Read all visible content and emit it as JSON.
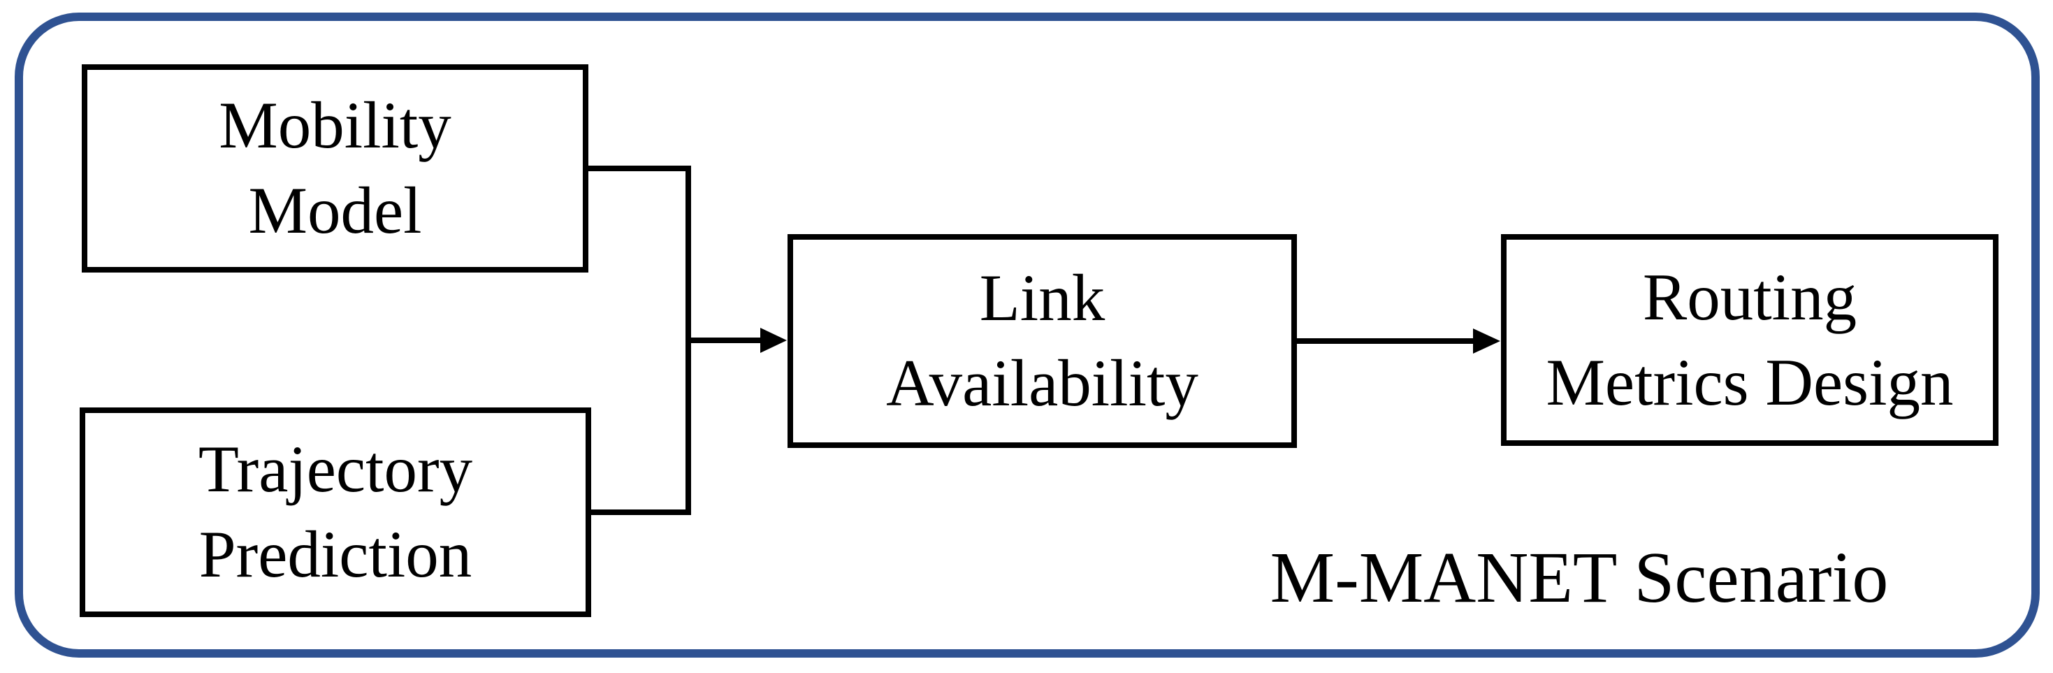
{
  "diagram": {
    "nodes": [
      {
        "id": "mobility-model",
        "lines": [
          "Mobility",
          "Model"
        ]
      },
      {
        "id": "trajectory-prediction",
        "lines": [
          "Trajectory",
          "Prediction"
        ]
      },
      {
        "id": "link-availability",
        "lines": [
          "Link",
          "Availability"
        ]
      },
      {
        "id": "routing-metrics-design",
        "lines": [
          "Routing",
          "Metrics Design"
        ]
      }
    ],
    "scenario_label": "M-MANET Scenario"
  },
  "colors": {
    "frame_border": "#2F5292",
    "box_border": "#000000",
    "connector": "#000000",
    "text": "#000000",
    "background": "#FFFFFF"
  }
}
